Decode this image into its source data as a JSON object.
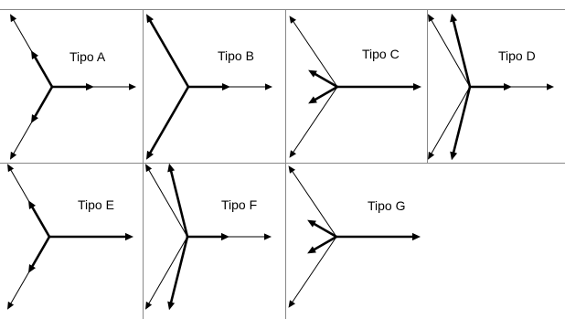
{
  "panels": [
    {
      "id": "a",
      "label": "Tipo A",
      "vectors": [
        {
          "name": "right-thin-vector",
          "angle_deg": 0,
          "length": 1.0,
          "thick": false
        },
        {
          "name": "right-thick-vector",
          "angle_deg": 0,
          "length": 0.5,
          "thick": true
        },
        {
          "name": "upleft-thin-vector",
          "angle_deg": 120,
          "length": 1.0,
          "thick": false
        },
        {
          "name": "upleft-thick-vector",
          "angle_deg": 120,
          "length": 0.5,
          "thick": true
        },
        {
          "name": "downleft-thin-vector",
          "angle_deg": 240,
          "length": 1.0,
          "thick": false
        },
        {
          "name": "downleft-thick-vector",
          "angle_deg": 240,
          "length": 0.5,
          "thick": true
        }
      ]
    },
    {
      "id": "b",
      "label": "Tipo B",
      "vectors": [
        {
          "name": "right-thin-vector",
          "angle_deg": 0,
          "length": 1.0,
          "thick": false
        },
        {
          "name": "right-thick-vector",
          "angle_deg": 0,
          "length": 0.5,
          "thick": true
        },
        {
          "name": "upleft-thick-vector",
          "angle_deg": 120,
          "length": 1.0,
          "thick": true
        },
        {
          "name": "downleft-thick-vector",
          "angle_deg": 240,
          "length": 1.0,
          "thick": true
        }
      ]
    },
    {
      "id": "c",
      "label": "Tipo C",
      "vectors": [
        {
          "name": "right-thick-vector",
          "angle_deg": 0,
          "length": 1.0,
          "thick": true
        },
        {
          "name": "upleft-thin-vector",
          "angle_deg": 124,
          "length": 1.02,
          "thick": false
        },
        {
          "name": "upleft-thick-vector",
          "angle_deg": 150,
          "length": 0.4,
          "thick": true
        },
        {
          "name": "downleft-thin-vector",
          "angle_deg": 236,
          "length": 1.02,
          "thick": false
        },
        {
          "name": "downleft-thick-vector",
          "angle_deg": 210,
          "length": 0.4,
          "thick": true
        }
      ]
    },
    {
      "id": "d",
      "label": "Tipo D",
      "vectors": [
        {
          "name": "right-thin-vector",
          "angle_deg": 0,
          "length": 1.0,
          "thick": false
        },
        {
          "name": "right-thick-vector",
          "angle_deg": 0,
          "length": 0.5,
          "thick": true
        },
        {
          "name": "upleft-thin-vector",
          "angle_deg": 120,
          "length": 1.0,
          "thick": false
        },
        {
          "name": "upleft-thick-vector",
          "angle_deg": 104,
          "length": 0.9,
          "thick": true
        },
        {
          "name": "downleft-thin-vector",
          "angle_deg": 240,
          "length": 1.0,
          "thick": false
        },
        {
          "name": "downleft-thick-vector",
          "angle_deg": 256,
          "length": 0.9,
          "thick": true
        }
      ]
    },
    {
      "id": "e",
      "label": "Tipo E",
      "vectors": [
        {
          "name": "right-thick-vector",
          "angle_deg": 0,
          "length": 1.0,
          "thick": true
        },
        {
          "name": "upleft-thin-vector",
          "angle_deg": 120,
          "length": 1.0,
          "thick": false
        },
        {
          "name": "upleft-thick-vector",
          "angle_deg": 120,
          "length": 0.5,
          "thick": true
        },
        {
          "name": "downleft-thin-vector",
          "angle_deg": 240,
          "length": 1.0,
          "thick": false
        },
        {
          "name": "downleft-thick-vector",
          "angle_deg": 240,
          "length": 0.5,
          "thick": true
        }
      ]
    },
    {
      "id": "f",
      "label": "Tipo F",
      "vectors": [
        {
          "name": "right-thin-vector",
          "angle_deg": 0,
          "length": 1.0,
          "thick": false
        },
        {
          "name": "right-thick-vector",
          "angle_deg": 0,
          "length": 0.5,
          "thick": true
        },
        {
          "name": "upleft-thin-vector",
          "angle_deg": 120,
          "length": 1.0,
          "thick": false
        },
        {
          "name": "upleft-thick-vector",
          "angle_deg": 104,
          "length": 0.9,
          "thick": true
        },
        {
          "name": "downleft-thin-vector",
          "angle_deg": 240,
          "length": 1.0,
          "thick": false
        },
        {
          "name": "downleft-thick-vector",
          "angle_deg": 256,
          "length": 0.9,
          "thick": true
        }
      ]
    },
    {
      "id": "g",
      "label": "Tipo G",
      "vectors": [
        {
          "name": "right-thick-vector",
          "angle_deg": 0,
          "length": 1.0,
          "thick": true
        },
        {
          "name": "upleft-thin-vector",
          "angle_deg": 124,
          "length": 1.02,
          "thick": false
        },
        {
          "name": "upleft-thick-vector",
          "angle_deg": 150,
          "length": 0.4,
          "thick": true
        },
        {
          "name": "downleft-thin-vector",
          "angle_deg": 236,
          "length": 1.02,
          "thick": false
        },
        {
          "name": "downleft-thick-vector",
          "angle_deg": 210,
          "length": 0.4,
          "thick": true
        }
      ]
    }
  ]
}
